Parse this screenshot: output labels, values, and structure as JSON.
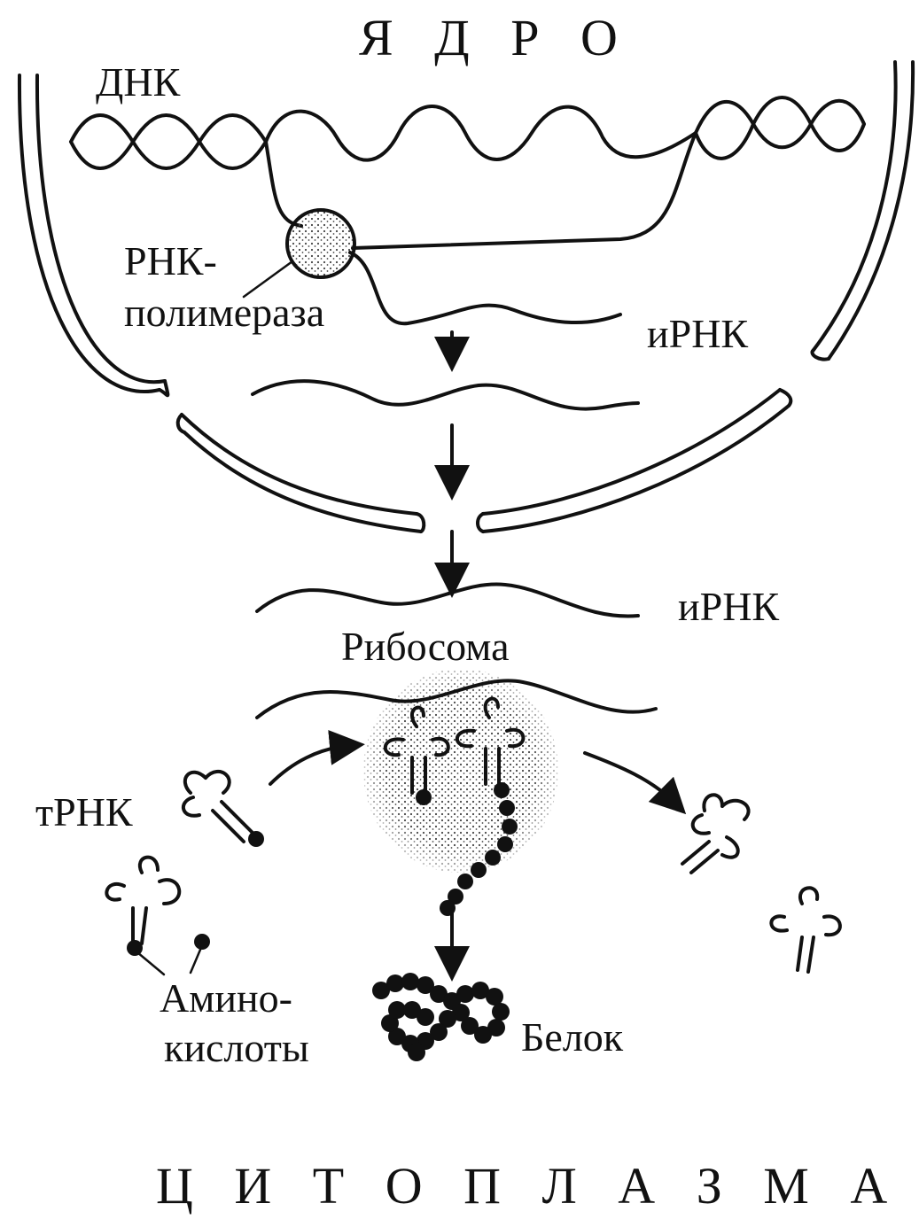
{
  "labels": {
    "nucleus": "Я Д Р О",
    "dna": "ДНК",
    "rna_polymerase_line1": "РНК-",
    "rna_polymerase_line2": "полимераза",
    "mrna_nucleus": "иРНК",
    "mrna_cytoplasm": "иРНК",
    "ribosome": "Рибосома",
    "trna": "тРНК",
    "amino_acids_line1": "Амино-",
    "amino_acids_line2": "кислоты",
    "protein": "Белок",
    "cytoplasm": "Ц И Т О П Л А З М А"
  },
  "colors": {
    "ink": "#111111",
    "background": "#ffffff",
    "stipple": "#555555"
  }
}
